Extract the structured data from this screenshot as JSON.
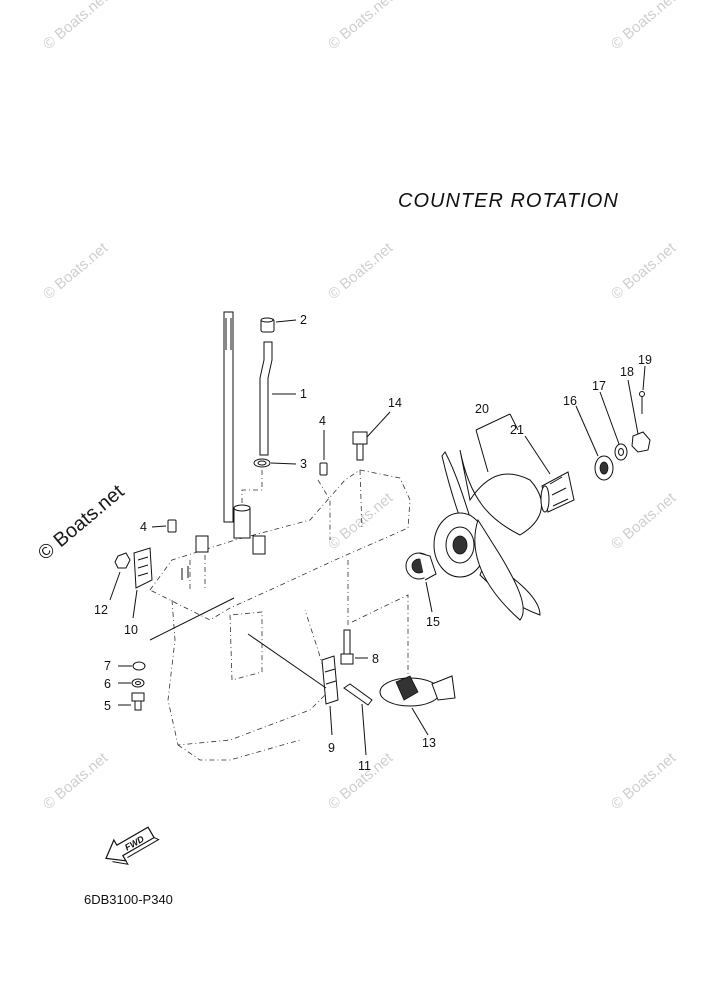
{
  "title": "COUNTER  ROTATION",
  "diagram_code": "6DB3100-P340",
  "fwd_arrow": {
    "label": "FWD",
    "icon": "fwd-arrow-icon"
  },
  "watermark_text": "© Boats.net",
  "callouts": [
    "1",
    "2",
    "3",
    "4",
    "4",
    "5",
    "6",
    "7",
    "8",
    "9",
    "10",
    "11",
    "12",
    "13",
    "14",
    "15",
    "16",
    "17",
    "18",
    "19",
    "20",
    "21"
  ]
}
